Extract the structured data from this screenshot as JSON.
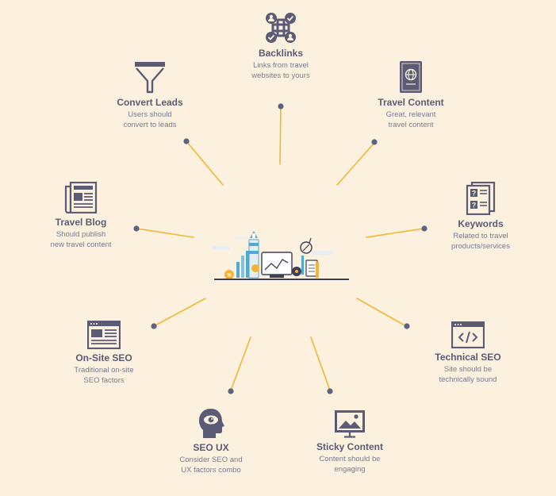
{
  "nodes": [
    {
      "id": "backlinks",
      "icon": "chain-link-people-icon",
      "title": "Backlinks",
      "desc_lines": [
        "Links from travel",
        "websites to yours"
      ]
    },
    {
      "id": "travel-content",
      "icon": "passport-icon",
      "title": "Travel Content",
      "desc_lines": [
        "Great, relevant",
        "travel content"
      ]
    },
    {
      "id": "keywords",
      "icon": "question-cards-icon",
      "title": "Keywords",
      "desc_lines": [
        "Related to travel",
        "products/services"
      ]
    },
    {
      "id": "technical-seo",
      "icon": "code-window-icon",
      "title": "Technical SEO",
      "desc_lines": [
        "Site should be",
        "technically sound"
      ]
    },
    {
      "id": "sticky-content",
      "icon": "presentation-monitor-icon",
      "title": "Sticky Content",
      "desc_lines": [
        "Content should be",
        "engaging"
      ]
    },
    {
      "id": "seo-ux",
      "icon": "head-eye-icon",
      "title": "SEO UX",
      "desc_lines": [
        "Consider SEO and",
        "UX factors combo"
      ]
    },
    {
      "id": "on-site-seo",
      "icon": "browser-layout-icon",
      "title": "On-Site SEO",
      "desc_lines": [
        "Traditional on-site",
        "SEO factors"
      ]
    },
    {
      "id": "travel-blog",
      "icon": "newspaper-icon",
      "title": "Travel Blog",
      "desc_lines": [
        "Should publish",
        "new travel content"
      ]
    },
    {
      "id": "convert-leads",
      "icon": "funnel-icon",
      "title": "Convert Leads",
      "desc_lines": [
        "Users should",
        "convert to leads"
      ]
    }
  ],
  "colors": {
    "background": "#fbf1de",
    "connector": "#f2b632",
    "dot": "#5e6282",
    "icon": "#5b5b76",
    "title": "#5b5b76",
    "text": "#7a7a8e",
    "accent_blue": "#4fa9d3",
    "accent_orange": "#f5b335"
  }
}
